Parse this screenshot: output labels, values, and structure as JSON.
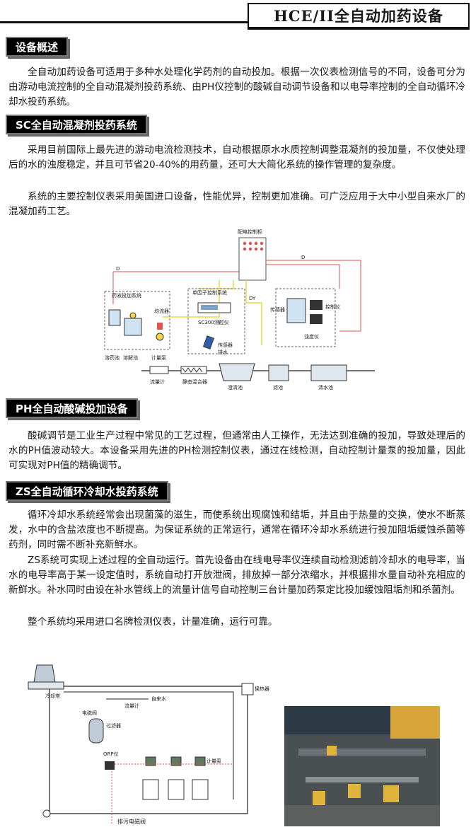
{
  "header": {
    "title": "HCE/II全自动加药设备"
  },
  "overview": {
    "heading": "设备概述",
    "text": "全自动加药设备可适用于多种水处理化学药剂的自动投加。根据一次仪表检测信号的不同，设备可分为由游动电流控制的全自动混凝剂投药系统、由PH仪控制的酸碱自动调节设备和以电导率控制的全自动循环冷却水投药系统。"
  },
  "sc": {
    "heading": "SC全自动混凝剂投药系统",
    "p1": "采用目前国际上最先进的游动电流检测技术，自动根据原水水质控制调整混凝剂的投加量，不仅使处理后的水的浊度稳定，并且可节省20-40%的用药量，还可大大简化系统的操作管理的复杂度。",
    "p2": "系统的主要控制仪表采用美国进口设备，性能优异，控制更加准确。可广泛应用于大中小型自来水厂的混凝加药工艺。",
    "diagram": {
      "cabinet": "配电控制柜",
      "dosing_system": "药液投加系统",
      "ion_system": "单因子控制系统",
      "meter": "SC300测控仪",
      "flowmeter_small": "均流器",
      "pump": "计量泵",
      "dissolve_tank": "溶药池",
      "dissolve_tank2": "溶解池",
      "sensor": "传感器",
      "drain": "排水",
      "sensor2": "传感器",
      "controller": "控制仪",
      "turbidimeter": "浊度仪",
      "flowmeter": "流量计",
      "static_mixer": "静态混合器",
      "clarifier": "澄清池",
      "filter": "滤池",
      "clear_pool": "清水池",
      "sig_d": "D",
      "sig_y": "Y",
      "sig_dy": "DY"
    }
  },
  "ph": {
    "heading": "PH全自动酸碱投加设备",
    "p1": "酸碱调节是工业生产过程中常见的工艺过程，但通常由人工操作，无法达到准确的投加，导致处理后的水的PH值波动较大。本设备采用先进的PH检测控制仪表，通过在线检测，自动控制计量泵的投加量，因此可实现对PH值的精确调节。"
  },
  "zs": {
    "heading": "ZS全自动循环冷却水投药系统",
    "p1": "循环冷却水系统经常会出现菌藻的滋生，而使系统出现腐蚀和结垢，并且由于热量的交换，使水不断蒸发，水中的含盐浓度也不断提高。为保证系统的正常运行，通常在循环冷却水系统进行投加阻垢缓蚀杀菌等药剂，同时需不断补充新鲜水。",
    "p2": "ZS系统可实现上述过程的全自动运行。首先设备由在线电导率仪连续自动检测滤前冷却水的电导率，当水的电导率高于某一设定值时，系统自动打开放泄阀，排放掉一部分浓缩水，并根据排水量自动补充相应的新鲜水。补水同时由设在补水管线上的流量计信号自动控制三台计量加药泵定比投加缓蚀阻垢剂和杀菌剂。",
    "p3": "整个系统均采用进口名牌检测仪表，计量准确，运行可靠。",
    "diagram": {
      "cooling_tower": "冷却塔",
      "tap_water": "自来水",
      "heat_exchanger": "换热器",
      "solenoid": "电磁阀",
      "flowmeter": "流量计",
      "filter": "过滤器",
      "orp": "ORP仪",
      "pump": "计量泵",
      "drain_valve": "排污电磁阀"
    }
  },
  "colors": {
    "signal_red": "#e0524f",
    "signal_yellow": "#e8d84a",
    "pipe": "#222222"
  }
}
